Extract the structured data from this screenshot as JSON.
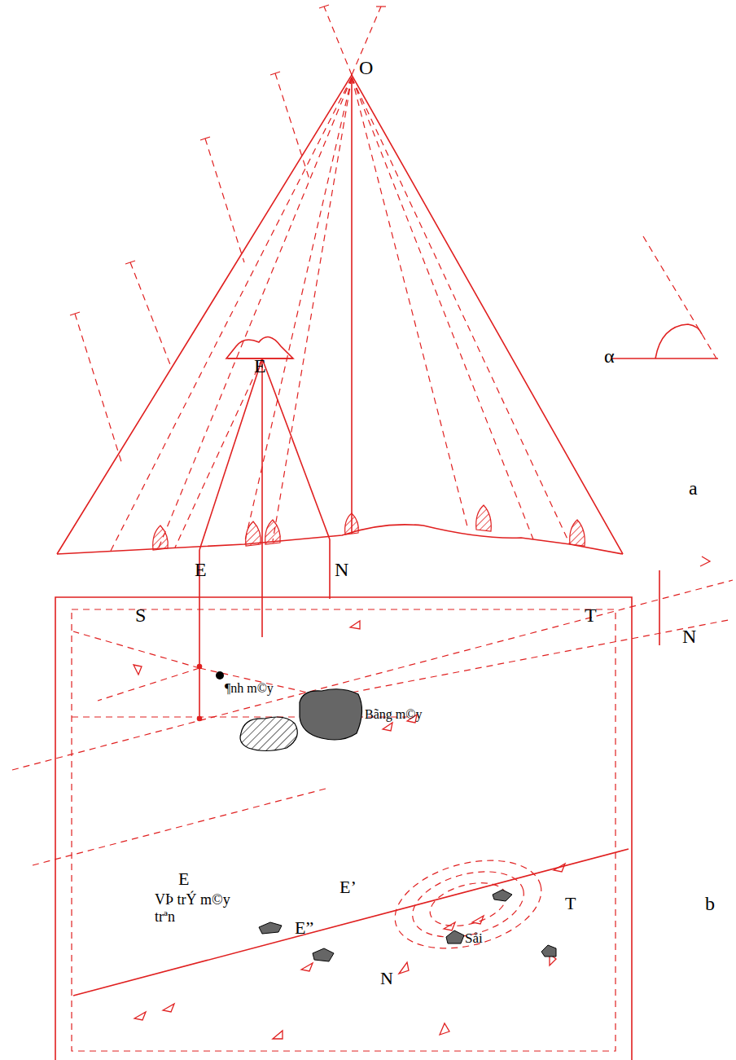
{
  "diagram": {
    "labels": [
      "O",
      "E",
      "α",
      "a",
      "E",
      "S",
      "N",
      "T",
      "N",
      "¶nh m©y",
      "Bãng m©y",
      "E",
      "VÞ trÝ m©y trªn",
      "E’",
      "E”",
      "Såi",
      "T",
      "N",
      "b"
    ]
  }
}
